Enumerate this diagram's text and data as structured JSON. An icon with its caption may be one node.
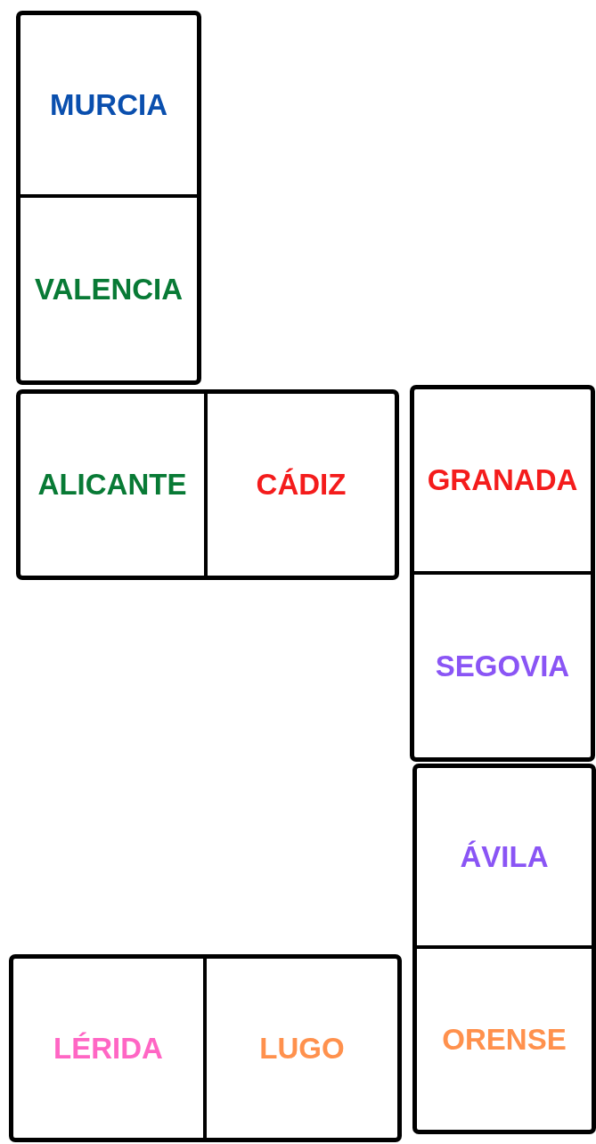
{
  "diagram": {
    "nodes": [
      {
        "text": [],
        "shape": "box"
      },
      {
        "text": [
          "MURCIA"
        ],
        "in": 0
      },
      {
        "text": [
          "VALENCIA"
        ],
        "in": 0
      },
      {
        "text": [],
        "shape": "box"
      },
      {
        "text": [
          "ALICANTE"
        ],
        "in": 3
      },
      {
        "text": [
          "CÁDIZ"
        ],
        "in": 3
      },
      {
        "text": [],
        "shape": "box"
      },
      {
        "text": [
          "GRANADA"
        ],
        "in": 6
      },
      {
        "text": [
          "SEGOVIA"
        ],
        "in": 6
      },
      {
        "text": [],
        "shape": "box"
      },
      {
        "text": [
          "ÁVILA"
        ],
        "in": 9
      },
      {
        "text": [
          "ORENSE"
        ],
        "in": 9
      },
      {
        "text": [],
        "shape": "box"
      },
      {
        "text": [
          "LÉRIDA"
        ],
        "in": 12
      },
      {
        "text": [
          "LUGO"
        ],
        "in": 12
      }
    ]
  }
}
